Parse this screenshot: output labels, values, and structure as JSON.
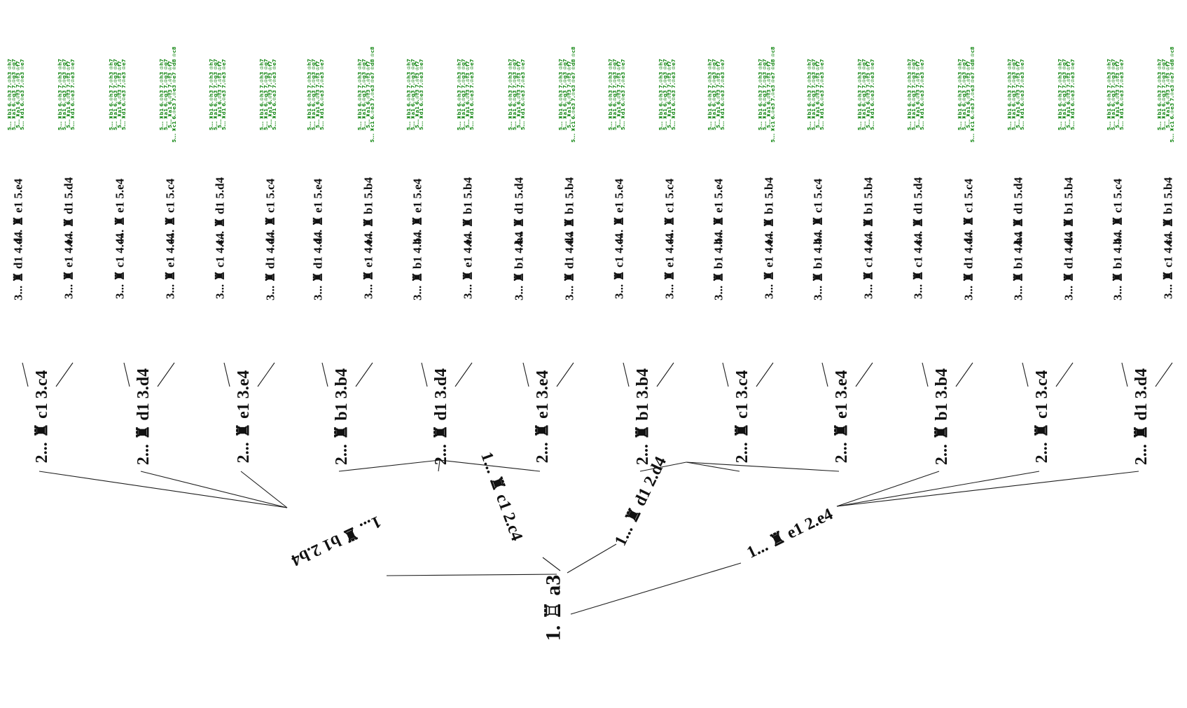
{
  "root": {
    "move": "1. ♖ a3"
  },
  "level1": [
    {
      "move": "1... ♜ b1 2.b4"
    },
    {
      "move": "1... ♜ c1 2.c4"
    },
    {
      "move": "1... ♜ d1 2.d4"
    },
    {
      "move": "1... ♜ e1 2.e4"
    }
  ],
  "level2": [
    {
      "move": "2... ♜ c1 3.c4",
      "parent": 0
    },
    {
      "move": "2... ♜ d1 3.d4",
      "parent": 0
    },
    {
      "move": "2... ♜ e1 3.e4",
      "parent": 0
    },
    {
      "move": "2... ♜ b1 3.b4",
      "parent": 1
    },
    {
      "move": "2... ♜ d1 3.d4",
      "parent": 1
    },
    {
      "move": "2... ♜ e1 3.e4",
      "parent": 1
    },
    {
      "move": "2... ♜ b1 3.b4",
      "parent": 2
    },
    {
      "move": "2... ♜ c1 3.c4",
      "parent": 2
    },
    {
      "move": "2... ♜ e1 3.e4",
      "parent": 2
    },
    {
      "move": "2... ♜ b1 3.b4",
      "parent": 3
    },
    {
      "move": "2... ♜ c1 3.c4",
      "parent": 3
    },
    {
      "move": "2... ♜ d1 3.d4",
      "parent": 3
    }
  ],
  "level3": [
    {
      "move": "3... ♜ d1 4.d4",
      "parent": 0
    },
    {
      "move": "4... ♜ e1 5.e4",
      "parent": 0
    },
    {
      "move": "3... ♜ e1 4.e4",
      "parent": 0
    },
    {
      "move": "4... ♜ d1 5.d4",
      "parent": 0
    },
    {
      "move": "3... ♜ c1 4.c4",
      "parent": 1
    },
    {
      "move": "4... ♜ e1 5.e4",
      "parent": 1
    },
    {
      "move": "3... ♜ e1 4.e4",
      "parent": 1
    },
    {
      "move": "4... ♜ c1 5.c4",
      "parent": 1
    },
    {
      "move": "3... ♜ c1 4.c4",
      "parent": 2
    },
    {
      "move": "4... ♜ d1 5.d4",
      "parent": 2
    },
    {
      "move": "3... ♜ d1 4.d4",
      "parent": 2
    },
    {
      "move": "4... ♜ c1 5.c4",
      "parent": 2
    },
    {
      "move": "3... ♜ d1 4.d4",
      "parent": 3
    },
    {
      "move": "4... ♜ e1 5.e4",
      "parent": 3
    },
    {
      "move": "3... ♜ e1 4.e4",
      "parent": 3
    },
    {
      "move": "4... ♜ b1 5.b4",
      "parent": 3
    },
    {
      "move": "3... ♜ b1 4.b4",
      "parent": 4
    },
    {
      "move": "4... ♜ e1 5.e4",
      "parent": 4
    },
    {
      "move": "3... ♜ e1 4.e4",
      "parent": 4
    },
    {
      "move": "4... ♜ b1 5.b4",
      "parent": 4
    },
    {
      "move": "3... ♜ b1 4.b4",
      "parent": 5
    },
    {
      "move": "4... ♜ d1 5.d4",
      "parent": 5
    },
    {
      "move": "3... ♜ d1 4.d4",
      "parent": 5
    },
    {
      "move": "4... ♜ b1 5.b4",
      "parent": 5
    },
    {
      "move": "3... ♜ c1 4.c4",
      "parent": 6
    },
    {
      "move": "4... ♜ e1 5.e4",
      "parent": 6
    },
    {
      "move": "3... ♜ e1 4.e4",
      "parent": 6
    },
    {
      "move": "4... ♜ c1 5.c4",
      "parent": 6
    },
    {
      "move": "3... ♜ b1 4.b4",
      "parent": 7
    },
    {
      "move": "4... ♜ e1 5.e4",
      "parent": 7
    },
    {
      "move": "3... ♜ e1 4.e4",
      "parent": 7
    },
    {
      "move": "4... ♜ b1 5.b4",
      "parent": 7
    },
    {
      "move": "3... ♜ b1 4.b4",
      "parent": 8
    },
    {
      "move": "4... ♜ c1 5.c4",
      "parent": 8
    },
    {
      "move": "3... ♜ c1 4.c4",
      "parent": 8
    },
    {
      "move": "4... ♜ b1 5.b4",
      "parent": 8
    },
    {
      "move": "3... ♜ c1 4.c4",
      "parent": 9
    },
    {
      "move": "4... ♜ d1 5.d4",
      "parent": 9
    },
    {
      "move": "3... ♜ d1 4.d4",
      "parent": 9
    },
    {
      "move": "4... ♜ c1 5.c4",
      "parent": 9
    },
    {
      "move": "3... ♜ b1 4.b4",
      "parent": 10
    },
    {
      "move": "4... ♜ d1 5.d4",
      "parent": 10
    },
    {
      "move": "3... ♜ d1 4.d4",
      "parent": 10
    },
    {
      "move": "4... ♜ b1 5.b4",
      "parent": 10
    },
    {
      "move": "3... ♜ b1 4.b4",
      "parent": 11
    },
    {
      "move": "4... ♜ c1 5.c4",
      "parent": 11
    },
    {
      "move": "3... ♜ c1 4.c4",
      "parent": 11
    },
    {
      "move": "4... ♜ b1 5.b4",
      "parent": 11
    }
  ],
  "leaf_lines": [
    [
      "5... ♜b1 6.♔h3 7.♔h3 ♔h7",
      "5... ♜a1 6.♔g3 7.♔g3 ♔g7",
      "5... ♜a1 6.♔f3 7.♔f3 ♔f7",
      "5... ♜d1 6.♔e3 7.♔e3 ♔e7"
    ],
    [
      "5... ♜b1 6.♔h3 7.♔h3 ♔h7",
      "5... ♜a1 6.♔g3 7.♔g3 ♔g7",
      "5... ♜a1 6.♔f3 7.♔f3 ♔f7",
      "5... ♜c1 6.♔e3 7.♔e3 ♔e7 ♔d8 ♔c8"
    ]
  ],
  "colors": {
    "edge": "#1e1e1e",
    "move_text": "#111111",
    "leaf_text": "#1a8a1a",
    "background": "#ffffff"
  }
}
